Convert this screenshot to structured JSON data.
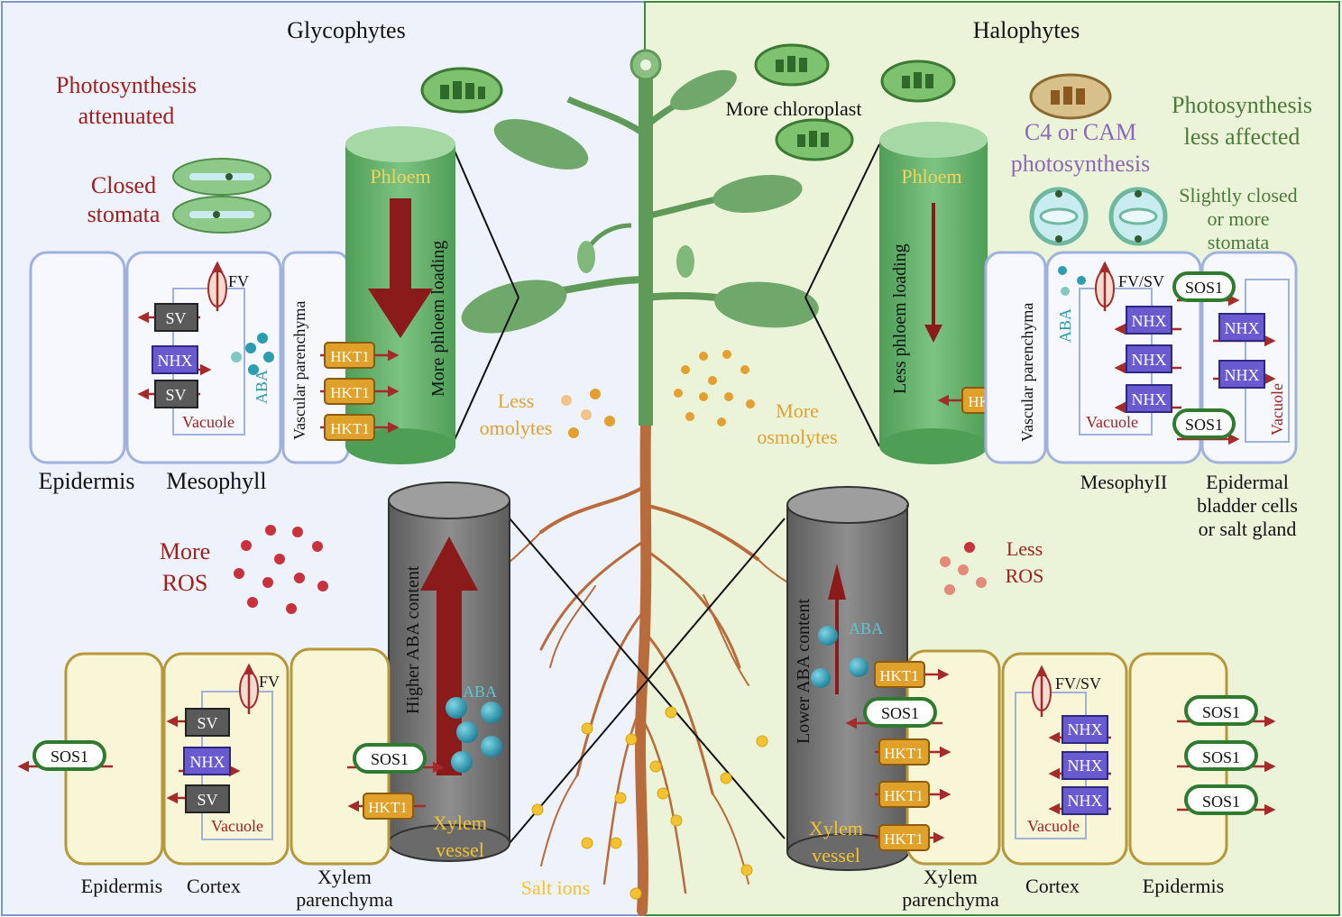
{
  "panels": {
    "left_title": "Glycophytes",
    "right_title": "Halophytes"
  },
  "glyco": {
    "photosynthesis": [
      "Photosynthesis",
      "attenuated"
    ],
    "stomata": [
      "Closed",
      "stomata"
    ],
    "phloem": "Phloem",
    "phloem_loading": "More phloem loading",
    "vascular_parenchyma": "Vascular parenchyma",
    "fv": "FV",
    "sv": "SV",
    "nhx": "NHX",
    "aba": "ABA",
    "vacuole": "Vacuole",
    "hkt1": "HKT1",
    "epidermis": "Epidermis",
    "mesophyll": "Mesophyll",
    "less_osmolytes": [
      "Less",
      "omolytes"
    ],
    "more_ros": [
      "More",
      "ROS"
    ],
    "aba_content": "Higher ABA content",
    "xylem_vessel": [
      "Xylem",
      "vessel"
    ],
    "sos1": "SOS1",
    "root_epidermis": "Epidermis",
    "cortex": "Cortex",
    "xylem_parenchyma": [
      "Xylem",
      "parenchyma"
    ]
  },
  "halo": {
    "more_chloroplast": "More chloroplast",
    "c4cam": [
      "C4 or CAM",
      "photosynthesis"
    ],
    "photosynthesis": [
      "Photosynthesis",
      "less affected"
    ],
    "stomata": [
      "Slightly closed",
      "or more",
      "stomata"
    ],
    "phloem": "Phloem",
    "phloem_loading": "Less phloem loading",
    "vascular_parenchyma": "Vascular parenchyma",
    "fvsv": "FV/SV",
    "sos1": "SOS1",
    "nhx": "NHX",
    "aba": "ABA",
    "vacuole": "Vacuole",
    "hkt1": "HKT1",
    "more_osmolytes": [
      "More",
      "osmolytes"
    ],
    "mesophyll": "MesophyII",
    "bladder": [
      "Epidermal",
      "bladder cells",
      "or salt gland"
    ],
    "less_ros": [
      "Less",
      "ROS"
    ],
    "aba_content": "Lower ABA content",
    "xylem_vessel": [
      "Xylem",
      "vessel"
    ],
    "xylem_parenchyma": [
      "Xylem",
      "parenchyma"
    ],
    "cortex": "Cortex",
    "root_epidermis": "Epidermis"
  },
  "salt_ions": "Salt ions",
  "colors": {
    "glyco_bg": "#eef2fa",
    "halo_bg": "#ebf4d8",
    "panel_border": "#7d95c8",
    "halo_border": "#3a8a3a",
    "cell_blue": "#9fb2de",
    "cell_yellow": "#f9f6d8",
    "cell_yellow_border": "#b6983a",
    "phloem": "#5fae66",
    "xylem": "#7a7a7a",
    "dark_red": "#8b1a1a",
    "hkt1": "#e0a12a",
    "nhx": "#6a5ad0",
    "sv": "#555555",
    "sos1": "#2f7a2f",
    "aba": "#2a9db0",
    "osmolyte": "#e3a030",
    "ros": "#c8323c",
    "salt": "#f3c230",
    "purple_text": "#8a6ab8",
    "green_text": "#4a7a3a"
  }
}
